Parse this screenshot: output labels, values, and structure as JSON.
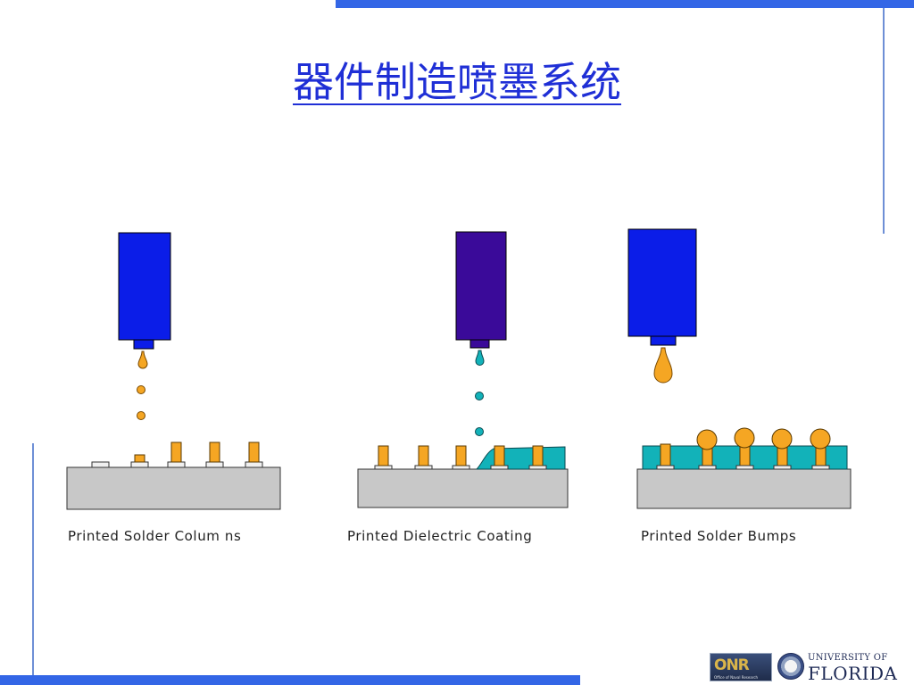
{
  "slide": {
    "title": "器件制造喷墨系统"
  },
  "panels": [
    {
      "caption": "Printed Solder Colum ns",
      "nozzle_color": "#0b1de8",
      "ink_color": "#f5a623"
    },
    {
      "caption": "Printed Dielectric Coating",
      "nozzle_color": "#3a0a99",
      "ink_color": "#12b2b9"
    },
    {
      "caption": "Printed Solder Bumps",
      "nozzle_color": "#0b1de8",
      "ink_color": "#f5a623"
    }
  ],
  "colors": {
    "substrate": "#c8c8c8",
    "solder": "#f5a623",
    "dielectric": "#12b2b9",
    "accent_bar": "#3366e6"
  },
  "logos": {
    "onr": {
      "mark": "ONR",
      "fine_print": "Office of Naval Research"
    },
    "university": {
      "line1": "UNIVERSITY OF",
      "line2": "FLORIDA"
    }
  }
}
